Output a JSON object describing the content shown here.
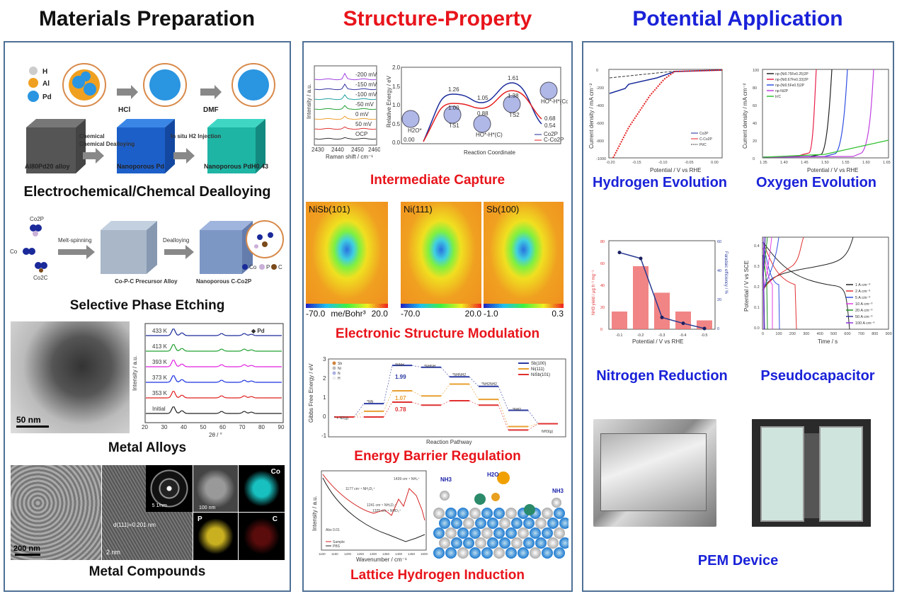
{
  "columns": {
    "materials": "Materials Preparation",
    "structure": "Structure-Property",
    "application": "Potential Application"
  },
  "colors": {
    "black_title": "#111111",
    "red_title": "#e8141b",
    "blue_title": "#1a22d8",
    "panel_border": "#4f7196"
  },
  "materials": {
    "dealloying": {
      "legend": [
        "H",
        "Al",
        "Pd"
      ],
      "reagents": [
        "HCl",
        "DMF"
      ],
      "steps": [
        "Chemical Dealloying",
        "In situ H2 Injection"
      ],
      "products": [
        "Al80Pd20 alloy",
        "Nanoporous Pd",
        "Nanoporous PdH0.43"
      ],
      "label": "Electrochemical/Chemcal  Dealloying"
    },
    "etching": {
      "species": [
        "Co2P",
        "Co",
        "Co2C"
      ],
      "steps": [
        "Melt-spinning",
        "Dealloying"
      ],
      "products": [
        "Co-P-C Precursor Alloy",
        "Nanoporous C-Co2P"
      ],
      "legend": [
        "Co",
        "P",
        "C"
      ],
      "label": "Selective Phase Etching"
    },
    "alloys": {
      "scale_bar": "50 nm",
      "xrd": {
        "series": [
          "433 K",
          "413 K",
          "393 K",
          "373 K",
          "353 K",
          "Initial"
        ],
        "legend": "Pd",
        "xlabel": "2θ / °",
        "ylabel": "Intensity / a.u.",
        "xticks": [
          "20",
          "30",
          "40",
          "50",
          "60",
          "70",
          "80",
          "90"
        ]
      },
      "label": "Metal Alloys"
    },
    "compounds": {
      "scale_bars": [
        "200 nm",
        "2 nm",
        "5 1/nm",
        "100 nm"
      ],
      "d_spacing": "d(111)=0.201 nm",
      "elements": [
        "Co",
        "P",
        "C"
      ],
      "label": "Metal Compounds"
    }
  },
  "structure": {
    "capture": {
      "raman": {
        "series": [
          "-200 mV",
          "-150 mV",
          "-100 mV",
          "-50 mV",
          "0 mV",
          "50 mV",
          "OCP"
        ],
        "xlabel": "Raman shift / cm⁻¹",
        "ylabel": "Intensity / a.u.",
        "xticks": [
          "2430",
          "2440",
          "2450",
          "2460"
        ]
      },
      "energy": {
        "ylabel": "Relative Energy / eV",
        "xlabel": "Reaction Coordinate",
        "yticks": [
          "2.0",
          "1.5",
          "1.0",
          "0.5",
          "0.0"
        ],
        "states": [
          "H2O*",
          "TS1",
          "HO*-H*(C)",
          "TS2",
          "HO*-H*(Co)"
        ],
        "co2p": [
          "0.00",
          "1.26",
          "1.05",
          "1.61",
          "0.54"
        ],
        "cco2p": [
          "0.00",
          "1.00",
          "0.88",
          "1.38",
          "0.68"
        ],
        "legend": [
          "Co2P",
          "C-Co2P"
        ]
      },
      "label": "Intermediate Capture"
    },
    "electronic": {
      "maps": [
        {
          "title": "NiSb(101)",
          "min": "-70.0",
          "unit": "me/Bohr³",
          "max": "20.0"
        },
        {
          "title": "Ni(111)",
          "min": "-70.0",
          "max": "20.0"
        },
        {
          "title": "Sb(100)",
          "min": "-1.0",
          "max": "0.3"
        }
      ],
      "label": "Electronic Structure Modulation"
    },
    "barrier": {
      "ylabel": "Gibbs Free Energy / eV",
      "xlabel": "Reaction Pathway",
      "yticks": [
        "3",
        "2",
        "1",
        "0",
        "-1"
      ],
      "atoms": [
        "Sb",
        "Ni",
        "N",
        "H"
      ],
      "intermediates": [
        "* + N2(g)",
        "*NN",
        "*NNH",
        "*NHNH",
        "*NHNH2",
        "*NH2NH2",
        "*NH2",
        "NH3(g)"
      ],
      "values": [
        "1.99",
        "1.07",
        "0.78"
      ],
      "legend": [
        "Sb(100)",
        "Ni(111)",
        "NiSb(101)"
      ],
      "label": "Energy Barrier Regulation"
    },
    "lattice": {
      "peaks": [
        "1177 cm⁻¹ NH₂D₂⁺",
        "1241 cm⁻¹ NH₂D₂⁺",
        "1325 cm⁻¹ NHD₃⁺",
        "1439 cm⁻¹ NH₄⁺"
      ],
      "abs": "Abs 0.01",
      "legend": [
        "Sample",
        "PBS"
      ],
      "xlabel": "Wavenumber / cm⁻¹",
      "ylabel": "Intensity / a.u.",
      "xticks": [
        "1100",
        "1150",
        "1200",
        "1250",
        "1300",
        "1350",
        "1400",
        "1450",
        "1500"
      ],
      "model_labels": [
        "NH3",
        "H2O",
        "NH3"
      ],
      "label": "Lattice Hydrogen Induction"
    }
  },
  "application": {
    "her": {
      "ylabel": "Current density / mA cm⁻²",
      "xlabel": "Potential / V vs RHE",
      "yticks": [
        "0",
        "-200",
        "-400",
        "-600",
        "-800",
        "-1000"
      ],
      "xticks": [
        "-0.20",
        "-0.15",
        "-0.10",
        "-0.05",
        "0.00"
      ],
      "legend": [
        "Co2P",
        "C-Co2P",
        "Pt/C"
      ],
      "label": "Hydrogen Evolution"
    },
    "oer": {
      "ylabel": "Current density / mA cm⁻²",
      "xlabel": "Potential / V vs RHE",
      "yticks": [
        "100",
        "80",
        "60",
        "40",
        "20",
        "0"
      ],
      "xticks": [
        "1.35",
        "1.40",
        "1.45",
        "1.50",
        "1.55",
        "1.60",
        "1.65"
      ],
      "legend": [
        "np-(Ni0.75Fe0.25)2P",
        "np-(Ni0.67Fe0.33)2P",
        "np-(Ni0.5Fe0.5)2P",
        "np-Ni2P",
        "Ir/C"
      ],
      "label": "Oxygen Evolution"
    },
    "nrr": {
      "ylabel_left": "NH3 yield / μg h⁻¹ mg⁻¹",
      "ylabel_right": "Faradaic efficiency / %",
      "xlabel": "Potential / V vs RHE",
      "categories": [
        "-0.1",
        "-0.2",
        "-0.3",
        "-0.4",
        "-0.5"
      ],
      "yield": [
        16,
        57,
        33,
        16,
        8
      ],
      "fe": [
        52,
        48,
        8,
        4,
        0.5
      ],
      "yticks_left": [
        "80",
        "60",
        "40",
        "20",
        "0"
      ],
      "yticks_right": [
        "60",
        "40",
        "20",
        "0"
      ],
      "label": "Nitrogen Reduction"
    },
    "pseudo": {
      "ylabel": "Potential / V vs SCE",
      "xlabel": "Time / s",
      "yticks": [
        "0.4",
        "0.3",
        "0.2",
        "0.1",
        "0.0"
      ],
      "xticks": [
        "0",
        "100",
        "200",
        "300",
        "400",
        "500",
        "600",
        "700",
        "800",
        "900"
      ],
      "legend": [
        "1 A cm⁻³",
        "2 A cm⁻³",
        "5 A cm⁻³",
        "10 A cm⁻³",
        "20 A cm⁻³",
        "50 A cm⁻³",
        "100 A cm⁻³"
      ],
      "label": "Pseudocapacitor"
    },
    "pem": {
      "label": "PEM Device"
    }
  }
}
